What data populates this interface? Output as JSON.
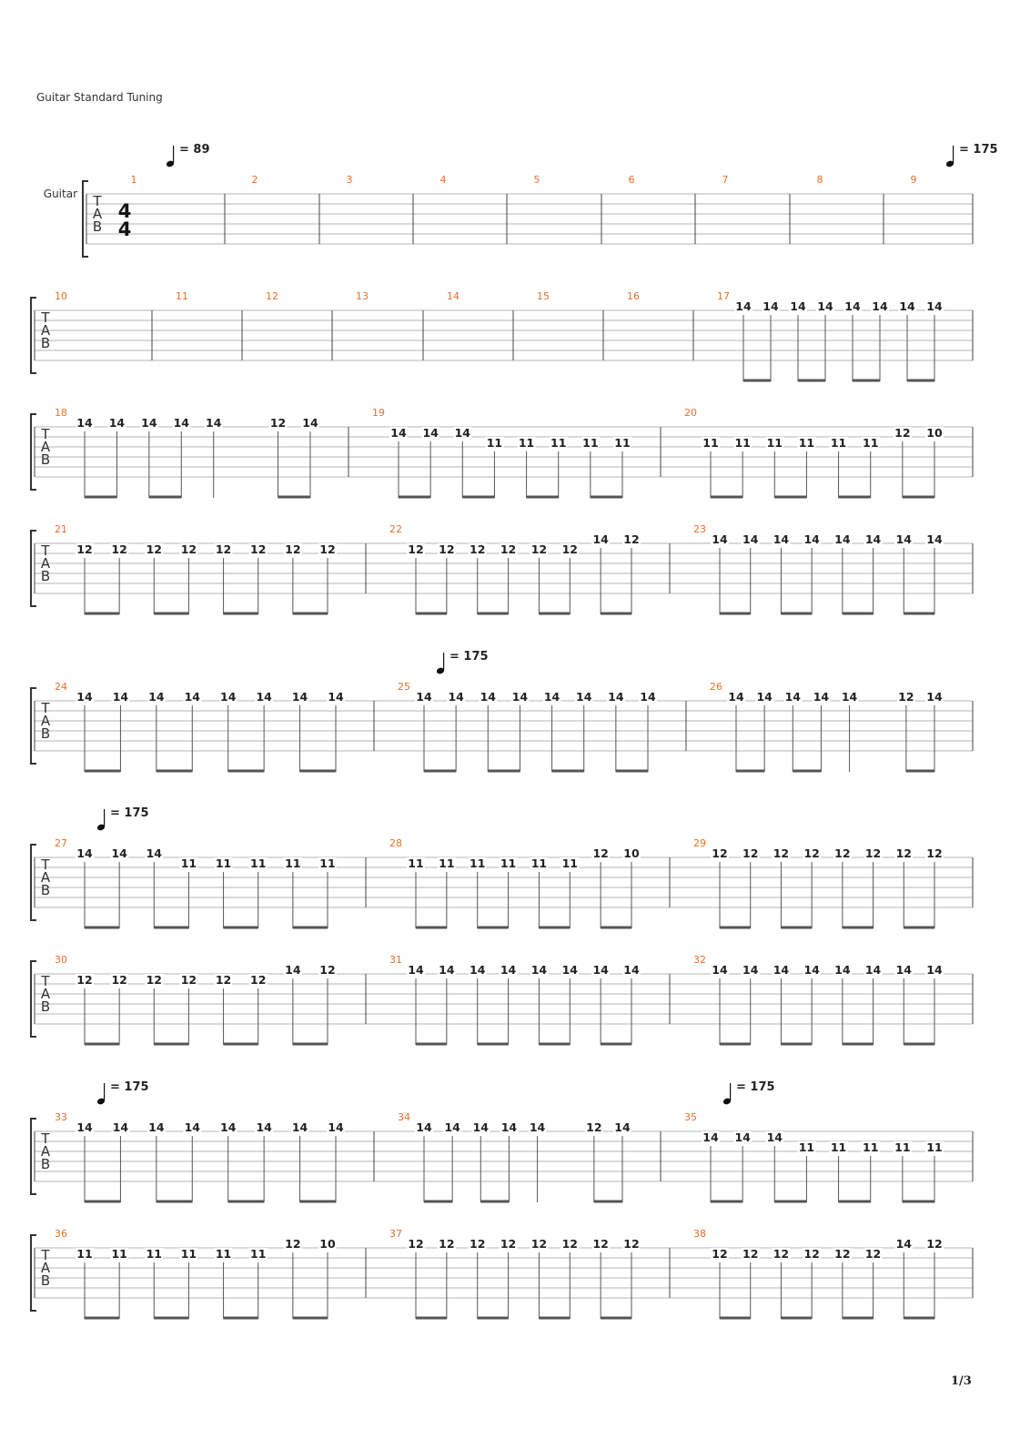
{
  "header": {
    "tuning_label": "Guitar Standard Tuning"
  },
  "track": {
    "name": "Guitar",
    "time_signature": "4/4",
    "clef_letters": [
      "T",
      "A",
      "B"
    ]
  },
  "page": {
    "number": "1/3"
  },
  "colors": {
    "measure_number": "#e8702a",
    "staff_line": "#9e9e9e",
    "beam": "#555555",
    "text": "#222222"
  },
  "measures": [
    {
      "n": 1,
      "tempo": "89",
      "notes": []
    },
    {
      "n": 2,
      "notes": []
    },
    {
      "n": 3,
      "notes": []
    },
    {
      "n": 4,
      "notes": []
    },
    {
      "n": 5,
      "notes": []
    },
    {
      "n": 6,
      "notes": []
    },
    {
      "n": 7,
      "notes": []
    },
    {
      "n": 8,
      "notes": []
    },
    {
      "n": 9,
      "tempo": "175",
      "notes": []
    },
    {
      "n": 10,
      "notes": []
    },
    {
      "n": 11,
      "notes": []
    },
    {
      "n": 12,
      "notes": []
    },
    {
      "n": 13,
      "notes": []
    },
    {
      "n": 14,
      "notes": []
    },
    {
      "n": 15,
      "notes": []
    },
    {
      "n": 16,
      "notes": []
    },
    {
      "n": 17,
      "notes": [
        {
          "f": "14",
          "s": 1
        },
        {
          "f": "14",
          "s": 1
        },
        {
          "f": "14",
          "s": 1
        },
        {
          "f": "14",
          "s": 1
        },
        {
          "f": "14",
          "s": 1
        },
        {
          "f": "14",
          "s": 1
        },
        {
          "f": "14",
          "s": 1
        },
        {
          "f": "14",
          "s": 1
        }
      ],
      "beams": [
        [
          0,
          1
        ],
        [
          2,
          3
        ],
        [
          4,
          5
        ],
        [
          6,
          7
        ]
      ]
    },
    {
      "n": 18,
      "notes": [
        {
          "f": "14",
          "s": 1
        },
        {
          "f": "14",
          "s": 1
        },
        {
          "f": "14",
          "s": 1
        },
        {
          "f": "14",
          "s": 1
        },
        {
          "f": "14",
          "s": 1
        },
        {
          "f": "12",
          "s": 1
        },
        {
          "f": "14",
          "s": 1
        }
      ],
      "beams": [
        [
          0,
          1
        ],
        [
          2,
          3
        ],
        [
          5,
          6
        ]
      ]
    },
    {
      "n": 19,
      "notes": [
        {
          "f": "14",
          "s": 2
        },
        {
          "f": "14",
          "s": 2
        },
        {
          "f": "14",
          "s": 2
        },
        {
          "f": "11",
          "s": 3
        },
        {
          "f": "11",
          "s": 3
        },
        {
          "f": "11",
          "s": 3
        },
        {
          "f": "11",
          "s": 3
        },
        {
          "f": "11",
          "s": 3
        }
      ],
      "beams": [
        [
          0,
          1
        ],
        [
          2,
          3
        ],
        [
          4,
          5
        ],
        [
          6,
          7
        ]
      ]
    },
    {
      "n": 20,
      "notes": [
        {
          "f": "11",
          "s": 3
        },
        {
          "f": "11",
          "s": 3
        },
        {
          "f": "11",
          "s": 3
        },
        {
          "f": "11",
          "s": 3
        },
        {
          "f": "11",
          "s": 3
        },
        {
          "f": "11",
          "s": 3
        },
        {
          "f": "12",
          "s": 2
        },
        {
          "f": "10",
          "s": 2
        }
      ],
      "beams": [
        [
          0,
          1
        ],
        [
          2,
          3
        ],
        [
          4,
          5
        ],
        [
          6,
          7
        ]
      ]
    },
    {
      "n": 21,
      "notes": [
        {
          "f": "12",
          "s": 2
        },
        {
          "f": "12",
          "s": 2
        },
        {
          "f": "12",
          "s": 2
        },
        {
          "f": "12",
          "s": 2
        },
        {
          "f": "12",
          "s": 2
        },
        {
          "f": "12",
          "s": 2
        },
        {
          "f": "12",
          "s": 2
        },
        {
          "f": "12",
          "s": 2
        }
      ],
      "beams": [
        [
          0,
          1
        ],
        [
          2,
          3
        ],
        [
          4,
          5
        ],
        [
          6,
          7
        ]
      ]
    },
    {
      "n": 22,
      "notes": [
        {
          "f": "12",
          "s": 2
        },
        {
          "f": "12",
          "s": 2
        },
        {
          "f": "12",
          "s": 2
        },
        {
          "f": "12",
          "s": 2
        },
        {
          "f": "12",
          "s": 2
        },
        {
          "f": "12",
          "s": 2
        },
        {
          "f": "14",
          "s": 1
        },
        {
          "f": "12",
          "s": 1
        }
      ],
      "beams": [
        [
          0,
          1
        ],
        [
          2,
          3
        ],
        [
          4,
          5
        ],
        [
          6,
          7
        ]
      ]
    },
    {
      "n": 23,
      "notes": [
        {
          "f": "14",
          "s": 1
        },
        {
          "f": "14",
          "s": 1
        },
        {
          "f": "14",
          "s": 1
        },
        {
          "f": "14",
          "s": 1
        },
        {
          "f": "14",
          "s": 1
        },
        {
          "f": "14",
          "s": 1
        },
        {
          "f": "14",
          "s": 1
        },
        {
          "f": "14",
          "s": 1
        }
      ],
      "beams": [
        [
          0,
          1
        ],
        [
          2,
          3
        ],
        [
          4,
          5
        ],
        [
          6,
          7
        ]
      ]
    },
    {
      "n": 24,
      "notes": [
        {
          "f": "14",
          "s": 1
        },
        {
          "f": "14",
          "s": 1
        },
        {
          "f": "14",
          "s": 1
        },
        {
          "f": "14",
          "s": 1
        },
        {
          "f": "14",
          "s": 1
        },
        {
          "f": "14",
          "s": 1
        },
        {
          "f": "14",
          "s": 1
        },
        {
          "f": "14",
          "s": 1
        }
      ],
      "beams": [
        [
          0,
          1
        ],
        [
          2,
          3
        ],
        [
          4,
          5
        ],
        [
          6,
          7
        ]
      ]
    },
    {
      "n": 25,
      "tempo": "175",
      "notes": [
        {
          "f": "14",
          "s": 1
        },
        {
          "f": "14",
          "s": 1
        },
        {
          "f": "14",
          "s": 1
        },
        {
          "f": "14",
          "s": 1
        },
        {
          "f": "14",
          "s": 1
        },
        {
          "f": "14",
          "s": 1
        },
        {
          "f": "14",
          "s": 1
        },
        {
          "f": "14",
          "s": 1
        }
      ],
      "beams": [
        [
          0,
          1
        ],
        [
          2,
          3
        ],
        [
          4,
          5
        ],
        [
          6,
          7
        ]
      ]
    },
    {
      "n": 26,
      "notes": [
        {
          "f": "14",
          "s": 1
        },
        {
          "f": "14",
          "s": 1
        },
        {
          "f": "14",
          "s": 1
        },
        {
          "f": "14",
          "s": 1
        },
        {
          "f": "14",
          "s": 1
        },
        {
          "f": "12",
          "s": 1
        },
        {
          "f": "14",
          "s": 1
        }
      ],
      "beams": [
        [
          0,
          1
        ],
        [
          2,
          3
        ],
        [
          5,
          6
        ]
      ]
    },
    {
      "n": 27,
      "tempo": "175",
      "notes": [
        {
          "f": "14",
          "s": 1
        },
        {
          "f": "14",
          "s": 1
        },
        {
          "f": "14",
          "s": 1
        },
        {
          "f": "11",
          "s": 2
        },
        {
          "f": "11",
          "s": 2
        },
        {
          "f": "11",
          "s": 2
        },
        {
          "f": "11",
          "s": 2
        },
        {
          "f": "11",
          "s": 2
        }
      ],
      "beams": [
        [
          0,
          1
        ],
        [
          2,
          3
        ],
        [
          4,
          5
        ],
        [
          6,
          7
        ]
      ]
    },
    {
      "n": 28,
      "notes": [
        {
          "f": "11",
          "s": 2
        },
        {
          "f": "11",
          "s": 2
        },
        {
          "f": "11",
          "s": 2
        },
        {
          "f": "11",
          "s": 2
        },
        {
          "f": "11",
          "s": 2
        },
        {
          "f": "11",
          "s": 2
        },
        {
          "f": "12",
          "s": 1
        },
        {
          "f": "10",
          "s": 1
        }
      ],
      "beams": [
        [
          0,
          1
        ],
        [
          2,
          3
        ],
        [
          4,
          5
        ],
        [
          6,
          7
        ]
      ]
    },
    {
      "n": 29,
      "notes": [
        {
          "f": "12",
          "s": 1
        },
        {
          "f": "12",
          "s": 1
        },
        {
          "f": "12",
          "s": 1
        },
        {
          "f": "12",
          "s": 1
        },
        {
          "f": "12",
          "s": 1
        },
        {
          "f": "12",
          "s": 1
        },
        {
          "f": "12",
          "s": 1
        },
        {
          "f": "12",
          "s": 1
        }
      ],
      "beams": [
        [
          0,
          1
        ],
        [
          2,
          3
        ],
        [
          4,
          5
        ],
        [
          6,
          7
        ]
      ]
    },
    {
      "n": 30,
      "notes": [
        {
          "f": "12",
          "s": 2
        },
        {
          "f": "12",
          "s": 2
        },
        {
          "f": "12",
          "s": 2
        },
        {
          "f": "12",
          "s": 2
        },
        {
          "f": "12",
          "s": 2
        },
        {
          "f": "12",
          "s": 2
        },
        {
          "f": "14",
          "s": 1
        },
        {
          "f": "12",
          "s": 1
        }
      ],
      "beams": [
        [
          0,
          1
        ],
        [
          2,
          3
        ],
        [
          4,
          5
        ],
        [
          6,
          7
        ]
      ]
    },
    {
      "n": 31,
      "notes": [
        {
          "f": "14",
          "s": 1
        },
        {
          "f": "14",
          "s": 1
        },
        {
          "f": "14",
          "s": 1
        },
        {
          "f": "14",
          "s": 1
        },
        {
          "f": "14",
          "s": 1
        },
        {
          "f": "14",
          "s": 1
        },
        {
          "f": "14",
          "s": 1
        },
        {
          "f": "14",
          "s": 1
        }
      ],
      "beams": [
        [
          0,
          1
        ],
        [
          2,
          3
        ],
        [
          4,
          5
        ],
        [
          6,
          7
        ]
      ]
    },
    {
      "n": 32,
      "notes": [
        {
          "f": "14",
          "s": 1
        },
        {
          "f": "14",
          "s": 1
        },
        {
          "f": "14",
          "s": 1
        },
        {
          "f": "14",
          "s": 1
        },
        {
          "f": "14",
          "s": 1
        },
        {
          "f": "14",
          "s": 1
        },
        {
          "f": "14",
          "s": 1
        },
        {
          "f": "14",
          "s": 1
        }
      ],
      "beams": [
        [
          0,
          1
        ],
        [
          2,
          3
        ],
        [
          4,
          5
        ],
        [
          6,
          7
        ]
      ]
    },
    {
      "n": 33,
      "tempo": "175",
      "notes": [
        {
          "f": "14",
          "s": 1
        },
        {
          "f": "14",
          "s": 1
        },
        {
          "f": "14",
          "s": 1
        },
        {
          "f": "14",
          "s": 1
        },
        {
          "f": "14",
          "s": 1
        },
        {
          "f": "14",
          "s": 1
        },
        {
          "f": "14",
          "s": 1
        },
        {
          "f": "14",
          "s": 1
        }
      ],
      "beams": [
        [
          0,
          1
        ],
        [
          2,
          3
        ],
        [
          4,
          5
        ],
        [
          6,
          7
        ]
      ]
    },
    {
      "n": 34,
      "notes": [
        {
          "f": "14",
          "s": 1
        },
        {
          "f": "14",
          "s": 1
        },
        {
          "f": "14",
          "s": 1
        },
        {
          "f": "14",
          "s": 1
        },
        {
          "f": "14",
          "s": 1
        },
        {
          "f": "12",
          "s": 1
        },
        {
          "f": "14",
          "s": 1
        }
      ],
      "beams": [
        [
          0,
          1
        ],
        [
          2,
          3
        ],
        [
          5,
          6
        ]
      ]
    },
    {
      "n": 35,
      "tempo": "175",
      "notes": [
        {
          "f": "14",
          "s": 2
        },
        {
          "f": "14",
          "s": 2
        },
        {
          "f": "14",
          "s": 2
        },
        {
          "f": "11",
          "s": 3
        },
        {
          "f": "11",
          "s": 3
        },
        {
          "f": "11",
          "s": 3
        },
        {
          "f": "11",
          "s": 3
        },
        {
          "f": "11",
          "s": 3
        }
      ],
      "beams": [
        [
          0,
          1
        ],
        [
          2,
          3
        ],
        [
          4,
          5
        ],
        [
          6,
          7
        ]
      ]
    },
    {
      "n": 36,
      "notes": [
        {
          "f": "11",
          "s": 2
        },
        {
          "f": "11",
          "s": 2
        },
        {
          "f": "11",
          "s": 2
        },
        {
          "f": "11",
          "s": 2
        },
        {
          "f": "11",
          "s": 2
        },
        {
          "f": "11",
          "s": 2
        },
        {
          "f": "12",
          "s": 1
        },
        {
          "f": "10",
          "s": 1
        }
      ],
      "beams": [
        [
          0,
          1
        ],
        [
          2,
          3
        ],
        [
          4,
          5
        ],
        [
          6,
          7
        ]
      ]
    },
    {
      "n": 37,
      "notes": [
        {
          "f": "12",
          "s": 1
        },
        {
          "f": "12",
          "s": 1
        },
        {
          "f": "12",
          "s": 1
        },
        {
          "f": "12",
          "s": 1
        },
        {
          "f": "12",
          "s": 1
        },
        {
          "f": "12",
          "s": 1
        },
        {
          "f": "12",
          "s": 1
        },
        {
          "f": "12",
          "s": 1
        }
      ],
      "beams": [
        [
          0,
          1
        ],
        [
          2,
          3
        ],
        [
          4,
          5
        ],
        [
          6,
          7
        ]
      ]
    },
    {
      "n": 38,
      "notes": [
        {
          "f": "12",
          "s": 2
        },
        {
          "f": "12",
          "s": 2
        },
        {
          "f": "12",
          "s": 2
        },
        {
          "f": "12",
          "s": 2
        },
        {
          "f": "12",
          "s": 2
        },
        {
          "f": "12",
          "s": 2
        },
        {
          "f": "14",
          "s": 1
        },
        {
          "f": "12",
          "s": 1
        }
      ],
      "beams": [
        [
          0,
          1
        ],
        [
          2,
          3
        ],
        [
          4,
          5
        ],
        [
          6,
          7
        ]
      ]
    }
  ]
}
